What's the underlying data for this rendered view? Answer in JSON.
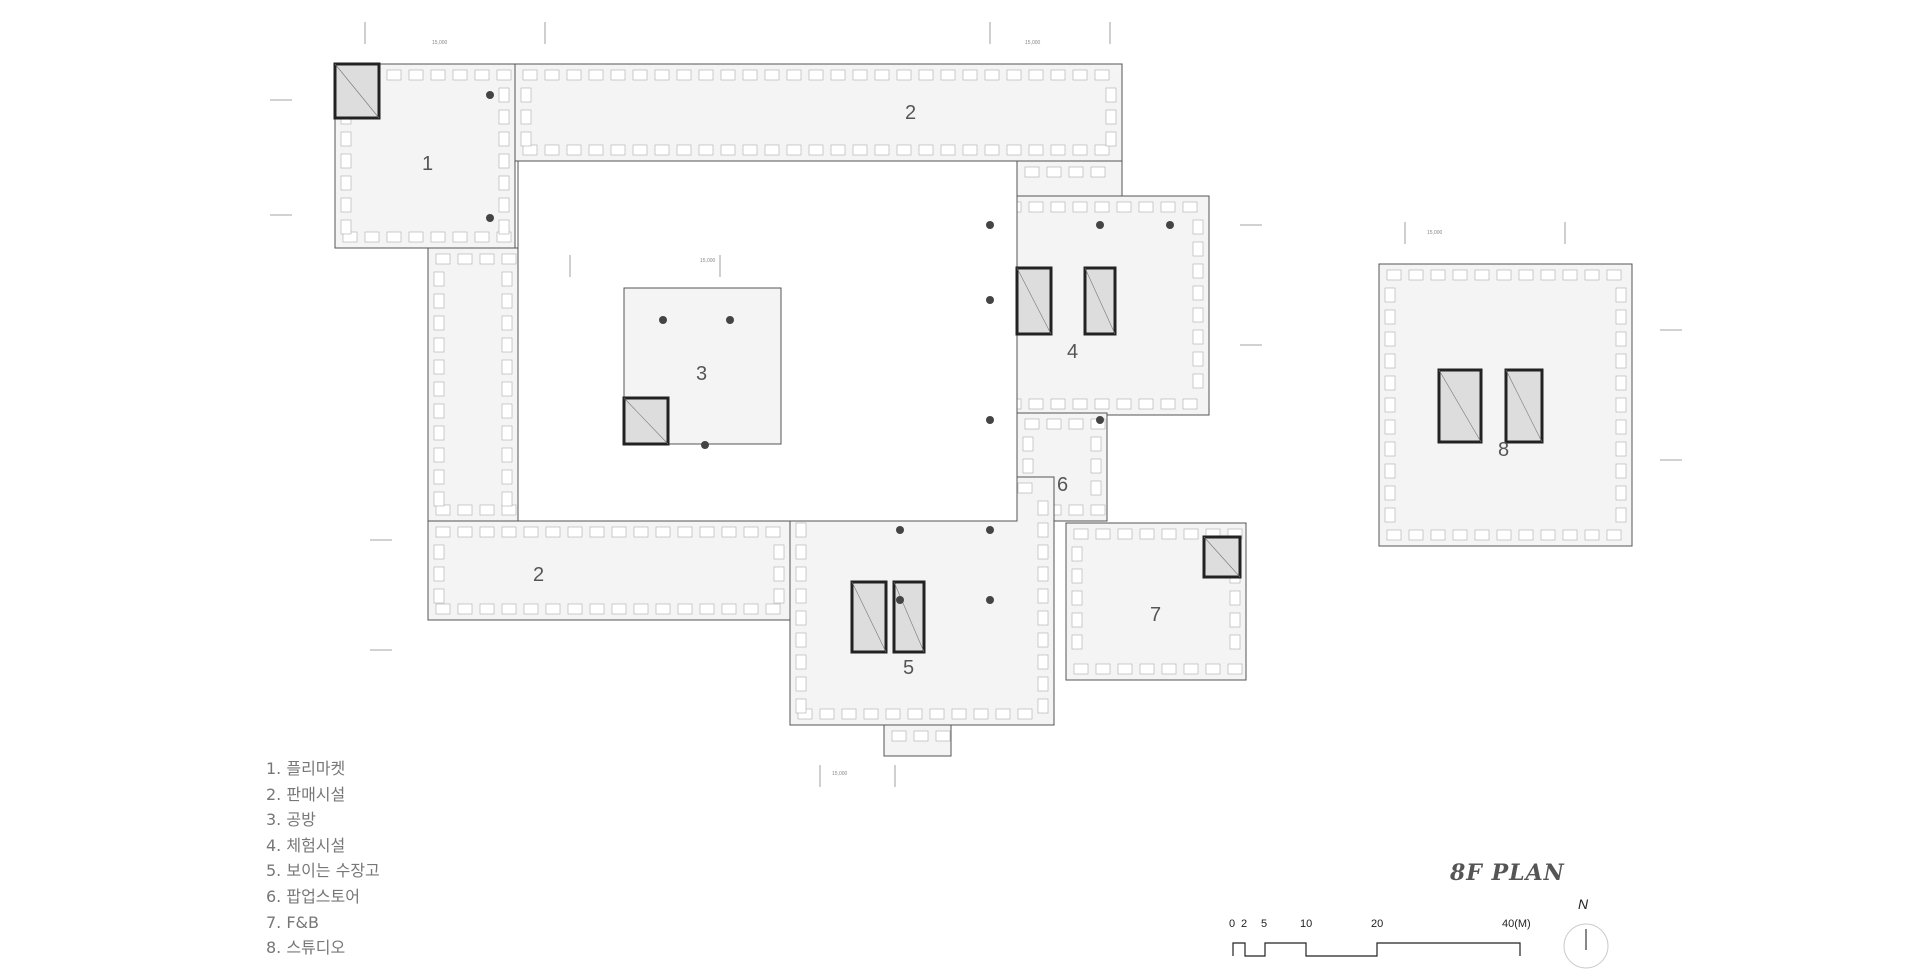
{
  "title": "8F PLAN",
  "legend": [
    "1. 플리마켓",
    "2. 판매시설",
    "3. 공방",
    "4. 체험시설",
    "5. 보이는 수장고",
    "6. 팝업스토어",
    "7. F&B",
    "8. 스튜디오"
  ],
  "zone_numbers": {
    "z1": "1",
    "z2a": "2",
    "z2b": "2",
    "z3": "3",
    "z4": "4",
    "z5": "5",
    "z6": "6",
    "z7": "7",
    "z8": "8"
  },
  "scale_bar": {
    "ticks": [
      "0",
      "2",
      "5",
      "10",
      "20",
      "40(M)"
    ]
  },
  "north_label": "N",
  "dimension_label": "15,000",
  "colors": {
    "line": "#555555",
    "hatch": "#bbbbbb",
    "fill": "#f3f3f3",
    "text": "#777777"
  }
}
